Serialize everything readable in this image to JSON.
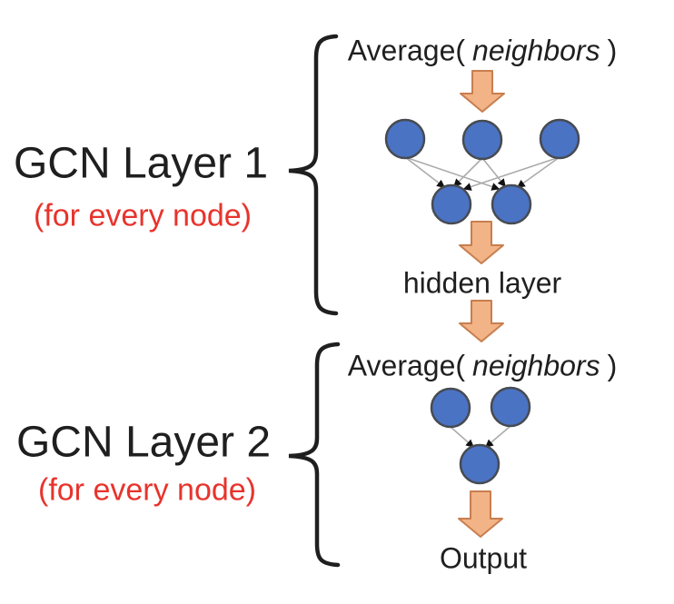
{
  "colors": {
    "background": "#ffffff",
    "text": "#1f1f1f",
    "red": "#e8332c",
    "node-fill": "#4a73c4",
    "node-border": "#474b52",
    "arrow-fill": "#f2b386",
    "arrow-border": "#c87e4f",
    "brace": "#1f1f1f",
    "connector": "#ababab",
    "connector-arrow": "#111111"
  },
  "labels": {
    "layer1": {
      "title": "GCN Layer 1",
      "subtitle": "(for every node)"
    },
    "layer2": {
      "title": "GCN Layer 2",
      "subtitle": "(for every node)"
    },
    "average1": {
      "prefix": "Average(",
      "arg": "neighbors",
      "suffix": ")"
    },
    "average2": {
      "prefix": "Average(",
      "arg": "neighbors",
      "suffix": ")"
    },
    "hidden_layer": "hidden layer",
    "output": "Output"
  },
  "diagram": {
    "layer1": {
      "input_nodes": 3,
      "hidden_nodes": 2
    },
    "layer2": {
      "input_nodes": 2,
      "output_nodes": 1
    }
  }
}
